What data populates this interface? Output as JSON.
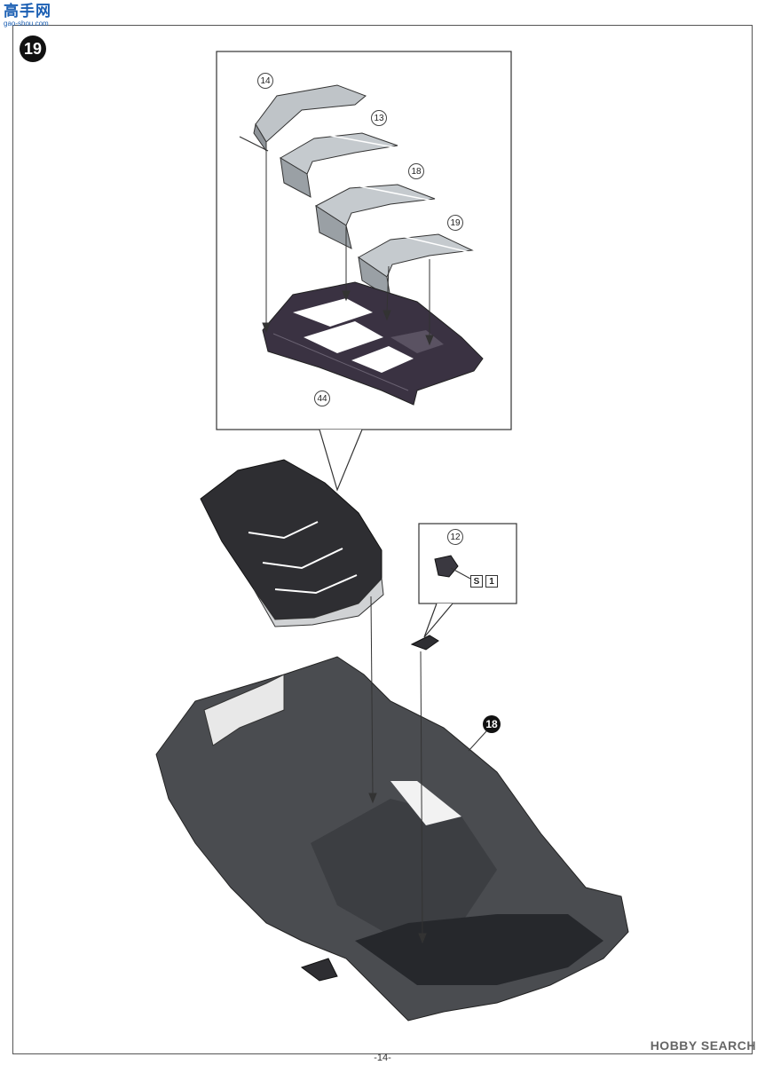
{
  "header": {
    "logo_cn": "高手网",
    "logo_url": "gao-shou.com"
  },
  "step": {
    "number": "19"
  },
  "upper_panel": {
    "parts": [
      "14",
      "13",
      "18",
      "19",
      "44"
    ]
  },
  "small_panel": {
    "part": "12",
    "paint_codes": [
      "S",
      "1"
    ]
  },
  "body_reference": {
    "step": "18"
  },
  "footer": {
    "page": "-14-",
    "watermark": "HOBBY SEARCH"
  },
  "colors": {
    "panel_grey": "#c8ccd0",
    "frame_dark": "#3a3242",
    "body_dark": "#4a4c50"
  }
}
